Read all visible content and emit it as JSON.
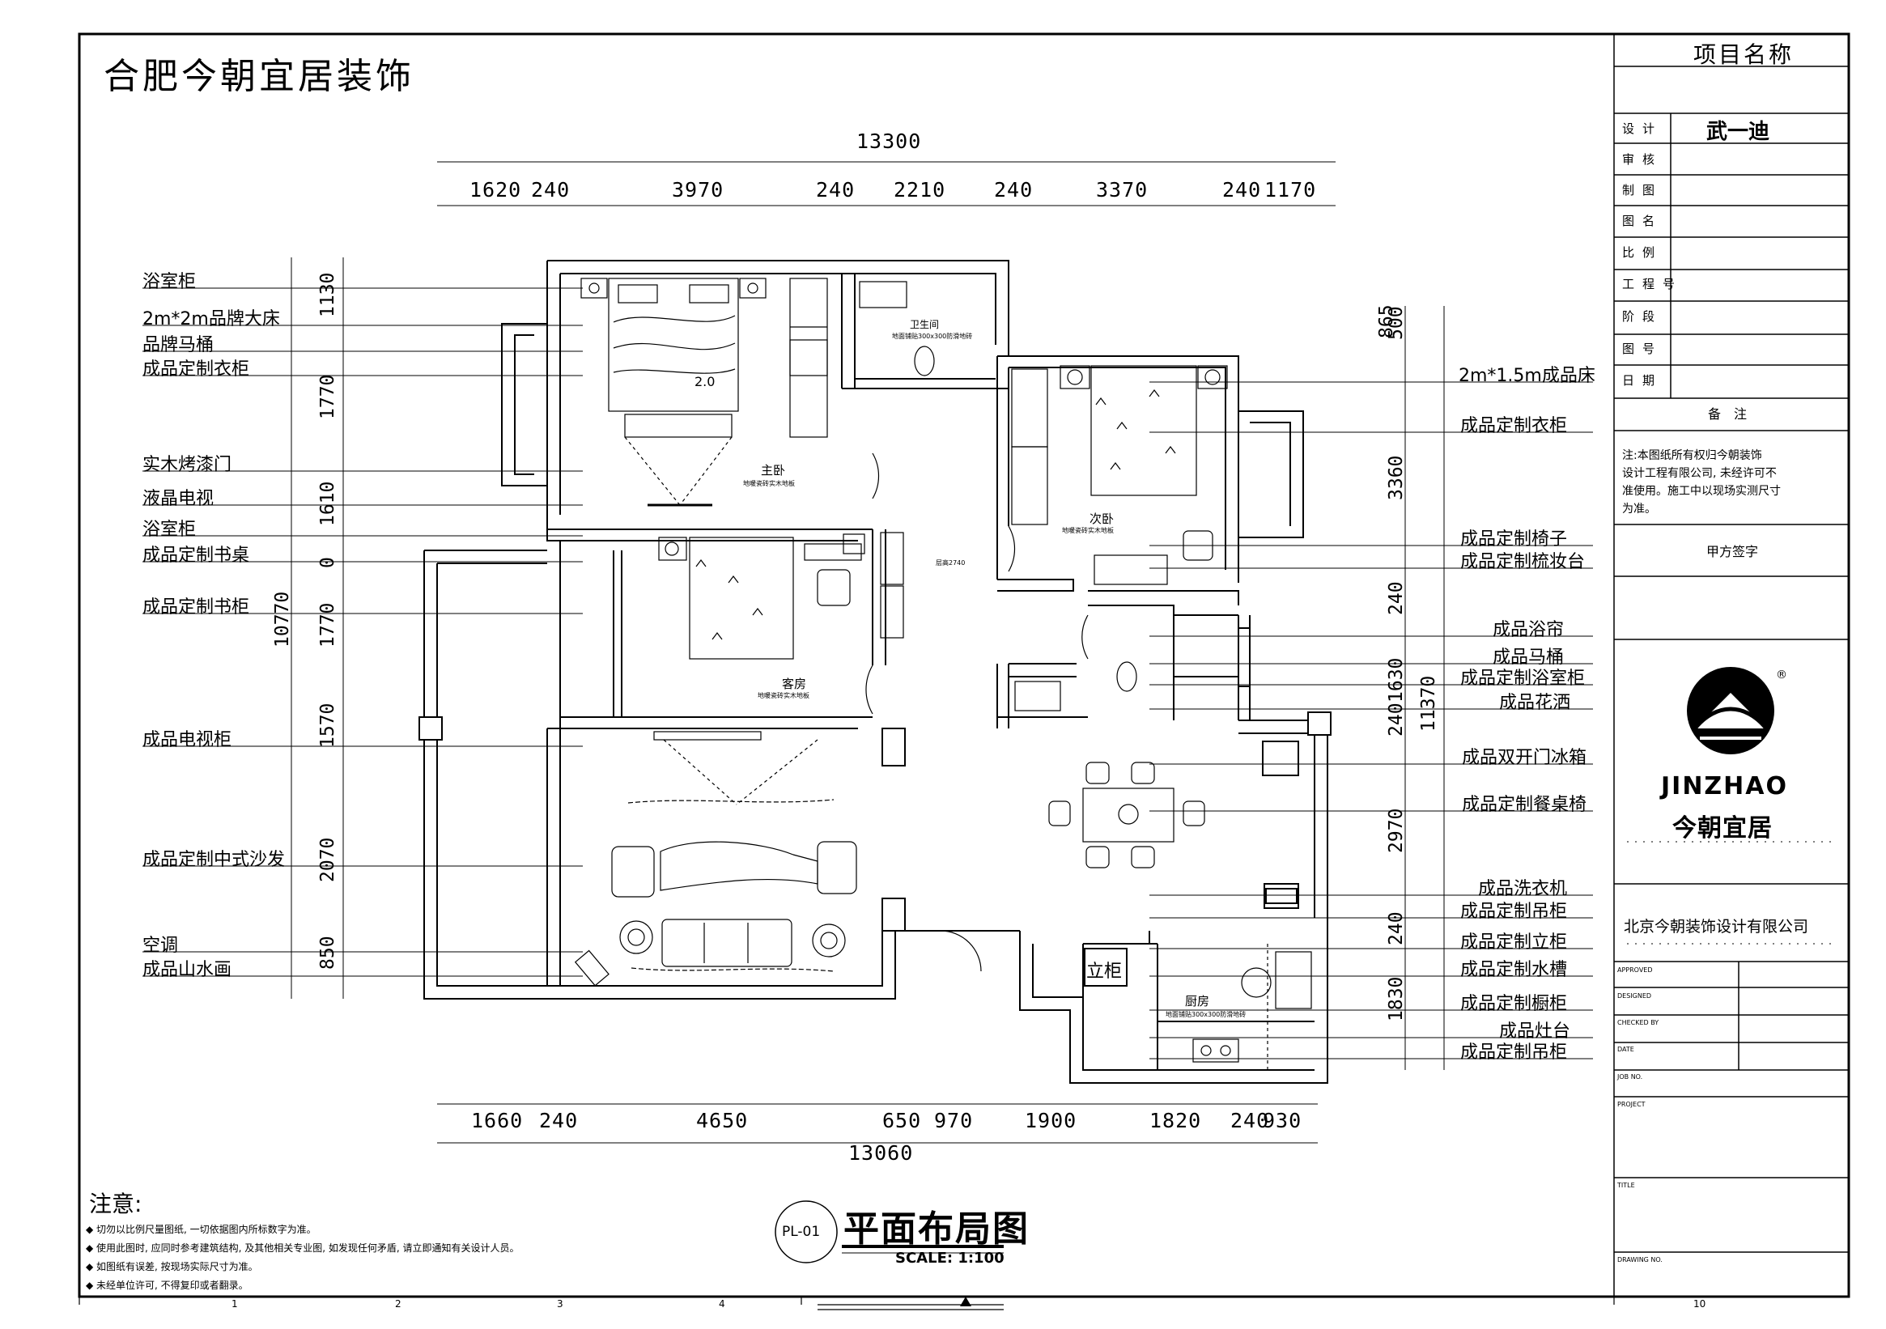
{
  "header": {
    "company": "合肥今朝宜居装饰"
  },
  "title_block": {
    "project_name_label": "项目名称",
    "rows": [
      {
        "label": "设计",
        "value": "武一迪"
      },
      {
        "label": "审核",
        "value": ""
      },
      {
        "label": "制图",
        "value": ""
      },
      {
        "label": "图名",
        "value": ""
      },
      {
        "label": "比例",
        "value": ""
      },
      {
        "label": "工程号",
        "value": ""
      },
      {
        "label": "阶段",
        "value": ""
      },
      {
        "label": "图号",
        "value": ""
      },
      {
        "label": "日期",
        "value": ""
      }
    ],
    "remarks_label": "备　注",
    "remarks_text": [
      "注:本图纸所有权归今朝装饰",
      "设计工程有限公司, 未经许可不",
      "准使用。施工中以现场实测尺寸",
      "为准。"
    ],
    "client_sign_label": "甲方签字",
    "logo_text_en": "JINZHAO",
    "logo_text_cn": "今朝宜居",
    "registered_mark": "®",
    "company_name": "北京今朝装饰设计有限公司",
    "small_fields": [
      "APPROVED",
      "DESIGNED",
      "CHECKED BY",
      "DATE",
      "JOB NO.",
      "PROJECT",
      "TITLE",
      "DRAWING NO."
    ]
  },
  "drawing": {
    "code": "PL-01",
    "title": "平面布局图",
    "scale": "SCALE: 1:100"
  },
  "notes": {
    "title": "注意:",
    "lines": [
      "◆ 切勿以比例尺量图纸, 一切依据图内所标数字为准。",
      "◆ 使用此图时, 应同时参考建筑结构, 及其他相关专业图, 如发现任何矛盾, 请立即通知有关设计人员。",
      "◆ 如图纸有误差, 按现场实际尺寸为准。",
      "◆ 未经单位许可, 不得复印或者翻录。"
    ]
  },
  "dimensions": {
    "top_total": "13300",
    "top": [
      "1620",
      "240",
      "3970",
      "240",
      "2210",
      "240",
      "3370",
      "240",
      "1170"
    ],
    "bottom_total": "13060",
    "bottom": [
      "1660",
      "240",
      "4650",
      "650",
      "970",
      "1900",
      "1820",
      "240",
      "930"
    ],
    "left_total": "10770",
    "left": [
      "1130",
      "1770",
      "1610",
      "0",
      "1770",
      "1570",
      "2070",
      "850"
    ],
    "right_total": "11370",
    "right": [
      "500",
      "3360",
      "240",
      "1630",
      "240",
      "2970",
      "240",
      "1830"
    ],
    "right_small": "865"
  },
  "left_callouts": [
    "浴室柜",
    "2m*2m品牌大床",
    "品牌马桶",
    "成品定制衣柜",
    "实木烤漆门",
    "液晶电视",
    "浴室柜",
    "成品定制书桌",
    "成品定制书柜",
    "成品电视柜",
    "成品定制中式沙发",
    "空调",
    "成品山水画"
  ],
  "right_callouts": [
    "2m*1.5m成品床",
    "成品定制衣柜",
    "成品定制椅子",
    "成品定制梳妆台",
    "成品浴帘",
    "成品马桶",
    "成品定制浴室柜",
    "成品花洒",
    "成品双开门冰箱",
    "成品定制餐桌椅",
    "成品洗衣机",
    "成品定制吊柜",
    "成品定制立柜",
    "成品定制水槽",
    "成品定制橱柜",
    "成品灶台",
    "成品定制吊柜"
  ],
  "rooms": {
    "master": "主卧",
    "master_floor": "地暖瓷砖实木地板",
    "second": "次卧",
    "second_floor": "地暖瓷砖实木地板",
    "guest": "客房",
    "guest_floor": "地暖瓷砖实木地板",
    "bath1": "卫生间",
    "bath1_floor": "地面铺贴300x300防滑地砖",
    "kitchen": "厨房",
    "kitchen_floor": "地面铺贴300x300防滑地砖",
    "hall_height": "层高2740",
    "bed_size": "2.0",
    "cabinet_label": "立柜"
  },
  "sheet_numbers": [
    "1",
    "2",
    "3",
    "4",
    "10"
  ]
}
